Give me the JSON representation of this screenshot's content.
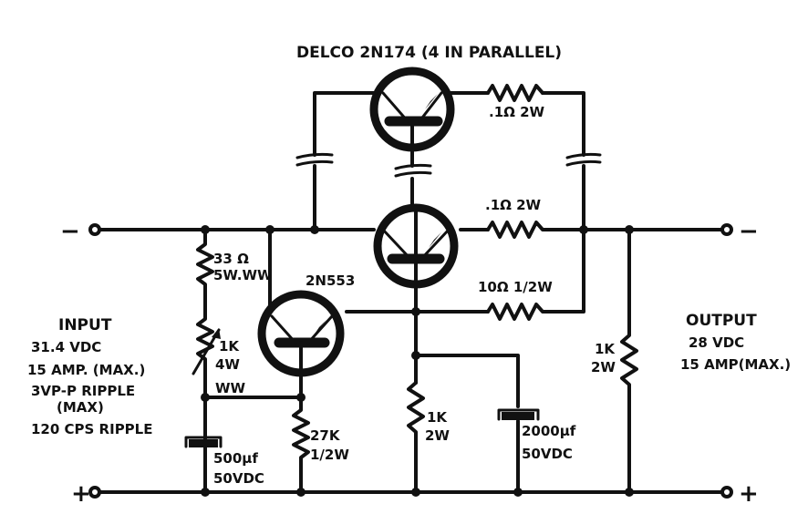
{
  "title": "DELCO 2N174 (4 IN PARALLEL)",
  "transistors": {
    "pass_upper": {
      "type": "PNP power",
      "label": ""
    },
    "pass_lower": {
      "type": "PNP power",
      "label": ""
    },
    "driver": {
      "type": "PNP",
      "label": "2N553"
    }
  },
  "resistors": {
    "r_upper_emitter": {
      "value": ".1Ω",
      "power": "2W",
      "label": ".1Ω 2W"
    },
    "r_lower_emitter": {
      "value": ".1Ω",
      "power": "2W",
      "label": ".1Ω 2W"
    },
    "r_10": {
      "value": "10Ω",
      "power": "1/2W",
      "label": "10Ω 1/2W"
    },
    "r_33": {
      "line1": "33 Ω",
      "line2": "5W.WW"
    },
    "r_pot": {
      "line1": "1K",
      "line2": "4W",
      "line3": "WW"
    },
    "r_27k": {
      "line1": "27K",
      "line2": "1/2W"
    },
    "r_1k_mid": {
      "line1": "1K",
      "line2": "2W"
    },
    "r_1k_out": {
      "line1": "1K",
      "line2": "2W"
    }
  },
  "capacitors": {
    "c_500": {
      "line1": "500μf",
      "line2": "50VDC"
    },
    "c_2000": {
      "line1": "2000μf",
      "line2": "50VDC"
    }
  },
  "input": {
    "heading": "INPUT",
    "lines": [
      "31.4 VDC",
      "15 AMP. (MAX.)",
      "3VP-P RIPPLE",
      "(MAX)",
      "120 CPS RIPPLE"
    ]
  },
  "output": {
    "heading": "OUTPUT",
    "lines": [
      "28 VDC",
      "15 AMP(MAX.)"
    ]
  },
  "terminals": {
    "in_neg": "−",
    "in_pos": "+",
    "out_neg": "−",
    "out_pos": "+"
  }
}
